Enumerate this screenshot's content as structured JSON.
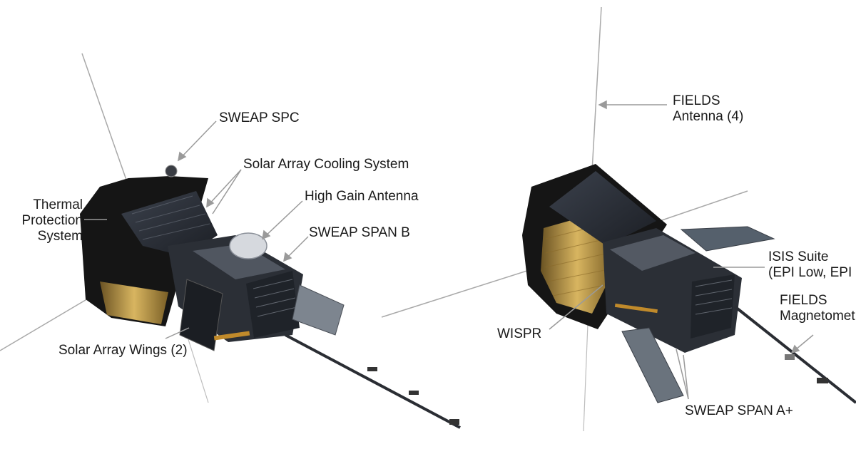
{
  "labels": {
    "sweap_spc": "SWEAP SPC",
    "cooling": "Solar Array Cooling System",
    "hga": "High Gain Antenna",
    "span_b": "SWEAP SPAN B",
    "tps_1": "Thermal",
    "tps_2": "Protection",
    "tps_3": "System",
    "wings": "Solar Array Wings (2)",
    "fields_ant_1": "FIELDS",
    "fields_ant_2": "Antenna (4)",
    "isis_1": "ISIS Suite",
    "isis_2": "(EPI Low, EPI",
    "wispr": "WISPR",
    "mag_1": "FIELDS",
    "mag_2": "Magnetomet",
    "span_a": "SWEAP SPAN A+"
  },
  "colors": {
    "background": "#ffffff",
    "label_text": "#1a1a1a",
    "leader_line": "#9a9a9a",
    "heat_shield": "#151515",
    "hull_dark": "#2b2f36",
    "gold_panel": "#b8913a",
    "solar_panel": "#4a5260"
  }
}
